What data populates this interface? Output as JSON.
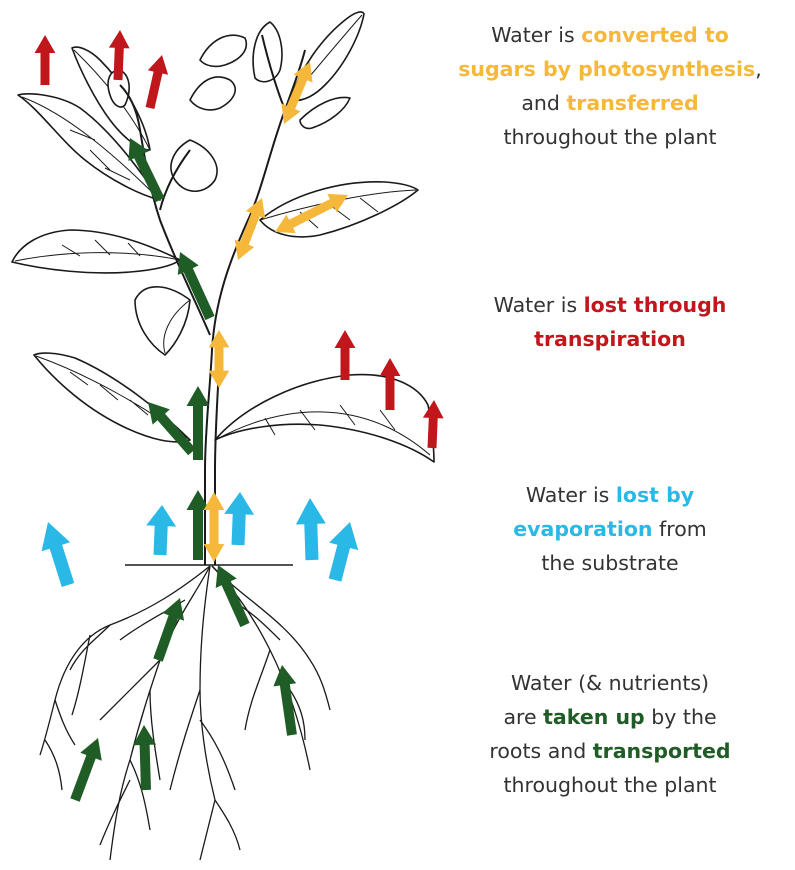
{
  "colors": {
    "orange": "#f5b83a",
    "red": "#c0171d",
    "blue": "#2ab8e6",
    "green": "#1f5c26",
    "text": "#333333",
    "line": "#1a1a1a"
  },
  "captions": {
    "photosynthesis": {
      "l1a": "Water is ",
      "l1b": "converted to",
      "l2a": "sugars by photosynthesis",
      "l2b": ",",
      "l3a": "and ",
      "l3b": "transferred",
      "l4": "throughout the plant"
    },
    "transpiration": {
      "l1a": "Water is ",
      "l1b": "lost through",
      "l2": "transpiration"
    },
    "evaporation": {
      "l1a": "Water is ",
      "l1b": "lost by",
      "l2a": "evaporation",
      "l2b": " from",
      "l3": "the substrate"
    },
    "uptake": {
      "l1": "Water (& nutrients)",
      "l2a": "are ",
      "l2b": "taken up",
      "l2c": " by the",
      "l3a": "roots and ",
      "l3b": "transported",
      "l4": "throughout the plant"
    }
  }
}
